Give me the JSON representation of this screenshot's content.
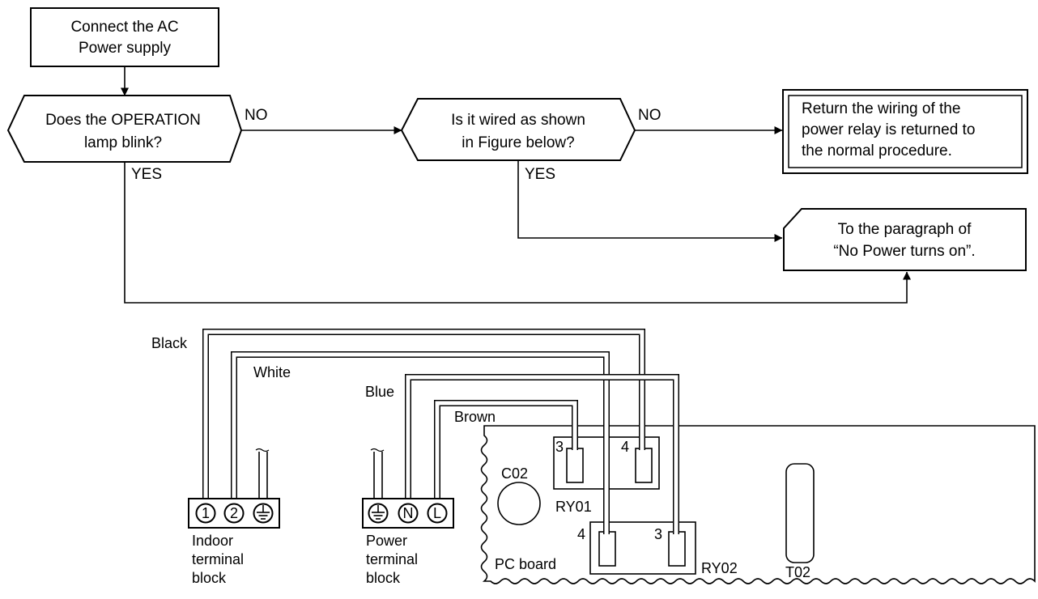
{
  "flowchart": {
    "start": {
      "lines": [
        "Connect the AC",
        "Power supply"
      ]
    },
    "decision1": {
      "lines": [
        "Does the OPERATION",
        "lamp blink?"
      ],
      "no": "NO",
      "yes": "YES"
    },
    "decision2": {
      "lines": [
        "Is it wired as shown",
        "in Figure below?"
      ],
      "no": "NO",
      "yes": "YES"
    },
    "action": {
      "lines": [
        "Return the wiring of the",
        "power relay is returned to",
        "the normal procedure."
      ]
    },
    "connector": {
      "lines": [
        "To the paragraph of",
        "“No Power turns on”."
      ]
    }
  },
  "wiring": {
    "wire_black": "Black",
    "wire_white": "White",
    "wire_blue": "Blue",
    "wire_brown": "Brown",
    "indoor_terminals": [
      "1",
      "2"
    ],
    "indoor_ground_icon": "earth-ground-icon",
    "indoor_label": [
      "Indoor",
      "terminal",
      "block"
    ],
    "power_ground_icon": "earth-ground-icon",
    "power_terminals": [
      "N",
      "L"
    ],
    "power_label": [
      "Power",
      "terminal",
      "block"
    ],
    "pc_board": "PC board",
    "c02": "C02",
    "ry01": "RY01",
    "ry01_pin_left": "3",
    "ry01_pin_right": "4",
    "ry02": "RY02",
    "ry02_pin_left": "4",
    "ry02_pin_right": "3",
    "t02": "T02"
  }
}
